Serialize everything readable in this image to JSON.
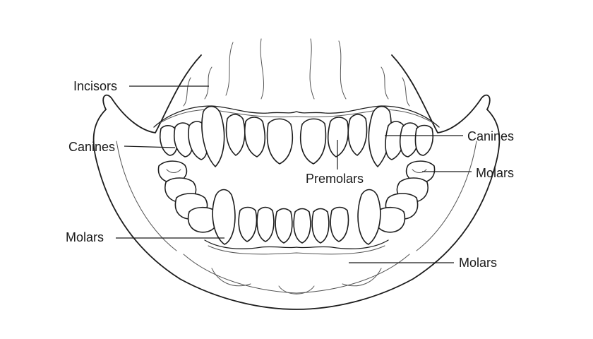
{
  "labels": {
    "incisors": "Incisors",
    "canines_left": "Canines",
    "canines_right": "Canines",
    "premolars": "Premolars",
    "molars_right": "Molars",
    "molars_left": "Molars",
    "molars_bottom": "Molars"
  },
  "colors": {
    "ink": "#1c1c1c",
    "background": "#ffffff"
  }
}
